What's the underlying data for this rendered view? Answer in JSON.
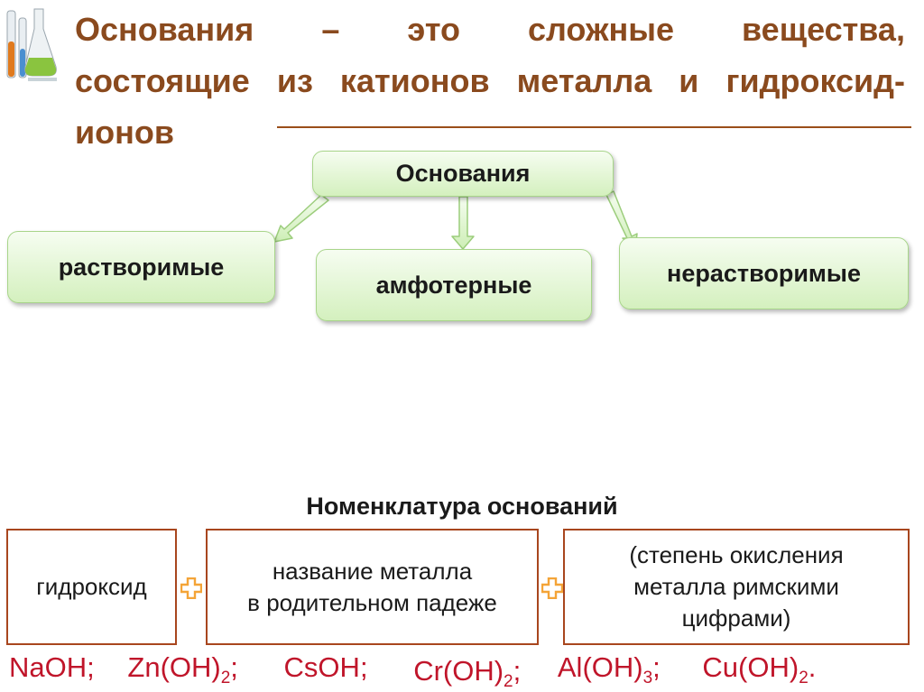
{
  "title": {
    "line1": [
      "Основания",
      "–",
      "это",
      "сложные",
      "вещества,"
    ],
    "line2": [
      "состоящие",
      "из",
      "катионов",
      "металла",
      "и",
      "гидроксид-"
    ],
    "line3": "ионов"
  },
  "diagram": {
    "root": "Основания",
    "children": [
      "растворимые",
      "амфотерные",
      "нерастворимые"
    ]
  },
  "nomenclature": {
    "title": "Номенклатура оснований",
    "box1": "гидроксид",
    "box2": [
      "название металла",
      "в родительном падеже"
    ],
    "box3": [
      "(степень окисления",
      "металла римскими",
      "цифрами)"
    ]
  },
  "formulas": [
    {
      "base": "NaOH",
      "sub": "",
      "tail": ";"
    },
    {
      "base": "Zn(OH)",
      "sub": "2",
      "tail": ";"
    },
    {
      "base": "CsOH",
      "sub": "",
      "tail": ";"
    },
    {
      "base": "Cr(OH)",
      "sub": "2",
      "tail": ";"
    },
    {
      "base": "Al(OH)",
      "sub": "3",
      "tail": ";"
    },
    {
      "base": "Cu(OH)",
      "sub": "2",
      "tail": "."
    }
  ],
  "colors": {
    "title": "#8a4a1e",
    "box_border": "#a8461e",
    "formula": "#c0152a",
    "green_box": "#d4f0be",
    "plus": "#f4a437"
  },
  "icons": [
    "lab-flasks-icon",
    "plus-icon"
  ]
}
